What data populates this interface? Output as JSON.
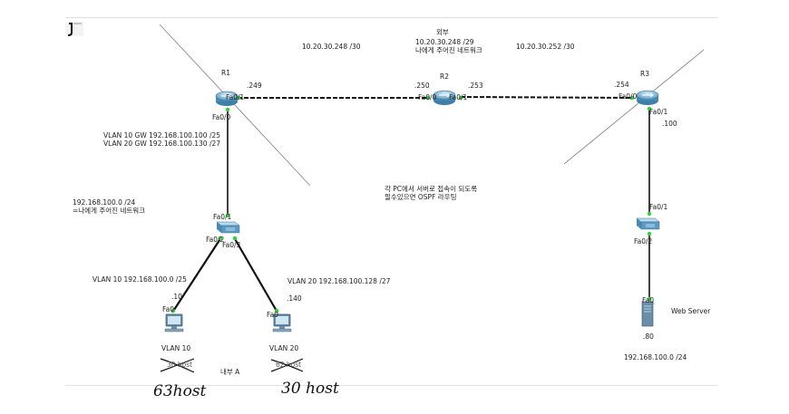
{
  "notes": {
    "outside_title": "외부",
    "outside_net": "10.20.30.248 /29",
    "outside_given": "나에게 주어진 네트워크",
    "link_r1_r2": "10.20.30.248 /30",
    "link_r2_r3": "10.20.30.252 /30",
    "gateways": [
      "VLAN 10 GW 192.168.100.100 /25",
      "VLAN 20 GW 192.168.100.130 /27"
    ],
    "inside_net": [
      "192.168.100.0 /24",
      "=나에게 주어진 네트워크"
    ],
    "task": [
      "각 PC에서 서버로 접속이 되도록",
      "필수있으면 OSPF 라우팅"
    ],
    "vlan10_net": "VLAN 10 192.168.100.0 /25",
    "vlan20_net": "VLAN 20 192.168.100.128 /27",
    "inside_label": "내부 A",
    "server_net": "192.168.100.0 /24"
  },
  "devices": {
    "r1": {
      "name": "R1",
      "fa01": "Fa0/1",
      "fa00": "Fa0/0",
      "ip": ".249"
    },
    "r2": {
      "name": "R2",
      "fa00": "Fa0/0",
      "fa01": "Fa0/1",
      "ip_left": ".250",
      "ip_right": ".253"
    },
    "r3": {
      "name": "R3",
      "fa00": "Fa0/0",
      "fa01": "Fa0/1",
      "ip_left": ".254",
      "ip_right": ".100"
    },
    "sw1": {
      "fa01": "Fa0/1",
      "fa02": "Fa0/2",
      "fa03": "Fa0/3"
    },
    "sw2": {
      "fa01": "Fa0/1",
      "fa02": "Fa0/2"
    },
    "pc1": {
      "name": "VLAN 10",
      "ip": ".10",
      "port": "Fa0",
      "hosts_struck": "30 host",
      "hosts_written": "63host"
    },
    "pc2": {
      "name": "VLAN 20",
      "ip": ".140",
      "port": "Fa0",
      "hosts_struck": "62 host",
      "hosts_written": "30 host"
    },
    "server": {
      "name": "Web Server",
      "ip": ".80",
      "port": "Fa0"
    }
  }
}
